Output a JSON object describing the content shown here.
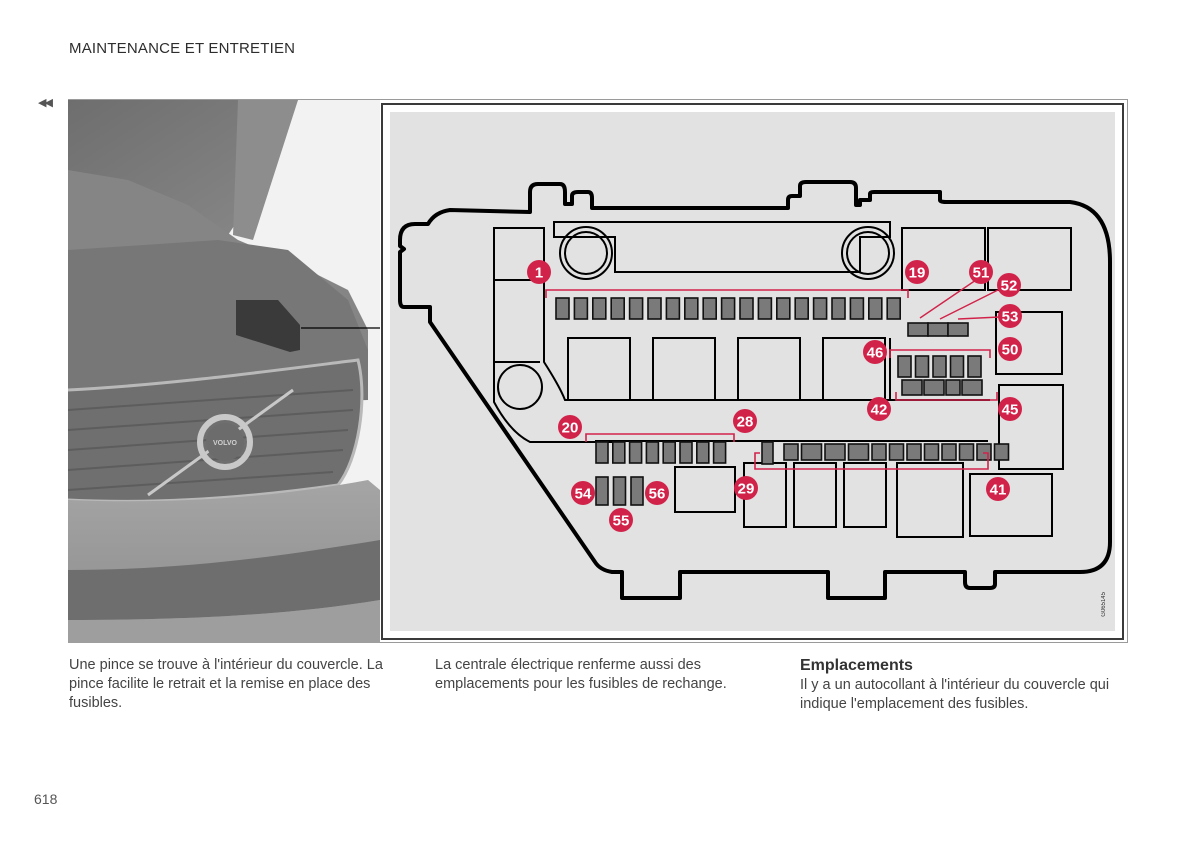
{
  "page": {
    "section_header": "MAINTENANCE ET ENTRETIEN",
    "back_icon": "double-left-arrow",
    "back_glyph": "◀◀",
    "page_number": "618"
  },
  "figure": {
    "photo_subject": "VOLVO",
    "image_code": "G065145",
    "colors": {
      "callout": "#d1234a",
      "fuse_fill": "#7a7a7a",
      "diagram_bg": "#e2e2e2",
      "outline": "#000000"
    },
    "callouts": [
      "1",
      "19",
      "51",
      "52",
      "53",
      "46",
      "50",
      "42",
      "45",
      "20",
      "28",
      "29",
      "41",
      "54",
      "55",
      "56"
    ],
    "groups": [
      {
        "from": "1",
        "to": "19",
        "fuse_count": 19
      },
      {
        "from": "20",
        "to": "28",
        "fuse_count": 8
      },
      {
        "from": "29",
        "to": "41",
        "fuse_count": 13
      },
      {
        "from": "42",
        "to": "45",
        "fuse_count": 4
      },
      {
        "from": "46",
        "to": "50",
        "fuse_count": 5
      },
      {
        "from": "51",
        "to": "53",
        "fuse_count": 3
      },
      {
        "from": "54",
        "to": "56",
        "fuse_count": 3
      }
    ]
  },
  "text": {
    "col1": "Une pince se trouve à l'intérieur du couvercle. La pince facilite le retrait et la remise en place des fusibles.",
    "col2": "La centrale électrique renferme aussi des emplacements pour les fusibles de rechange.",
    "col3_heading": "Emplacements",
    "col3_body": "Il y a un autocollant à l'intérieur du couvercle qui indique l'emplacement des fusibles."
  }
}
